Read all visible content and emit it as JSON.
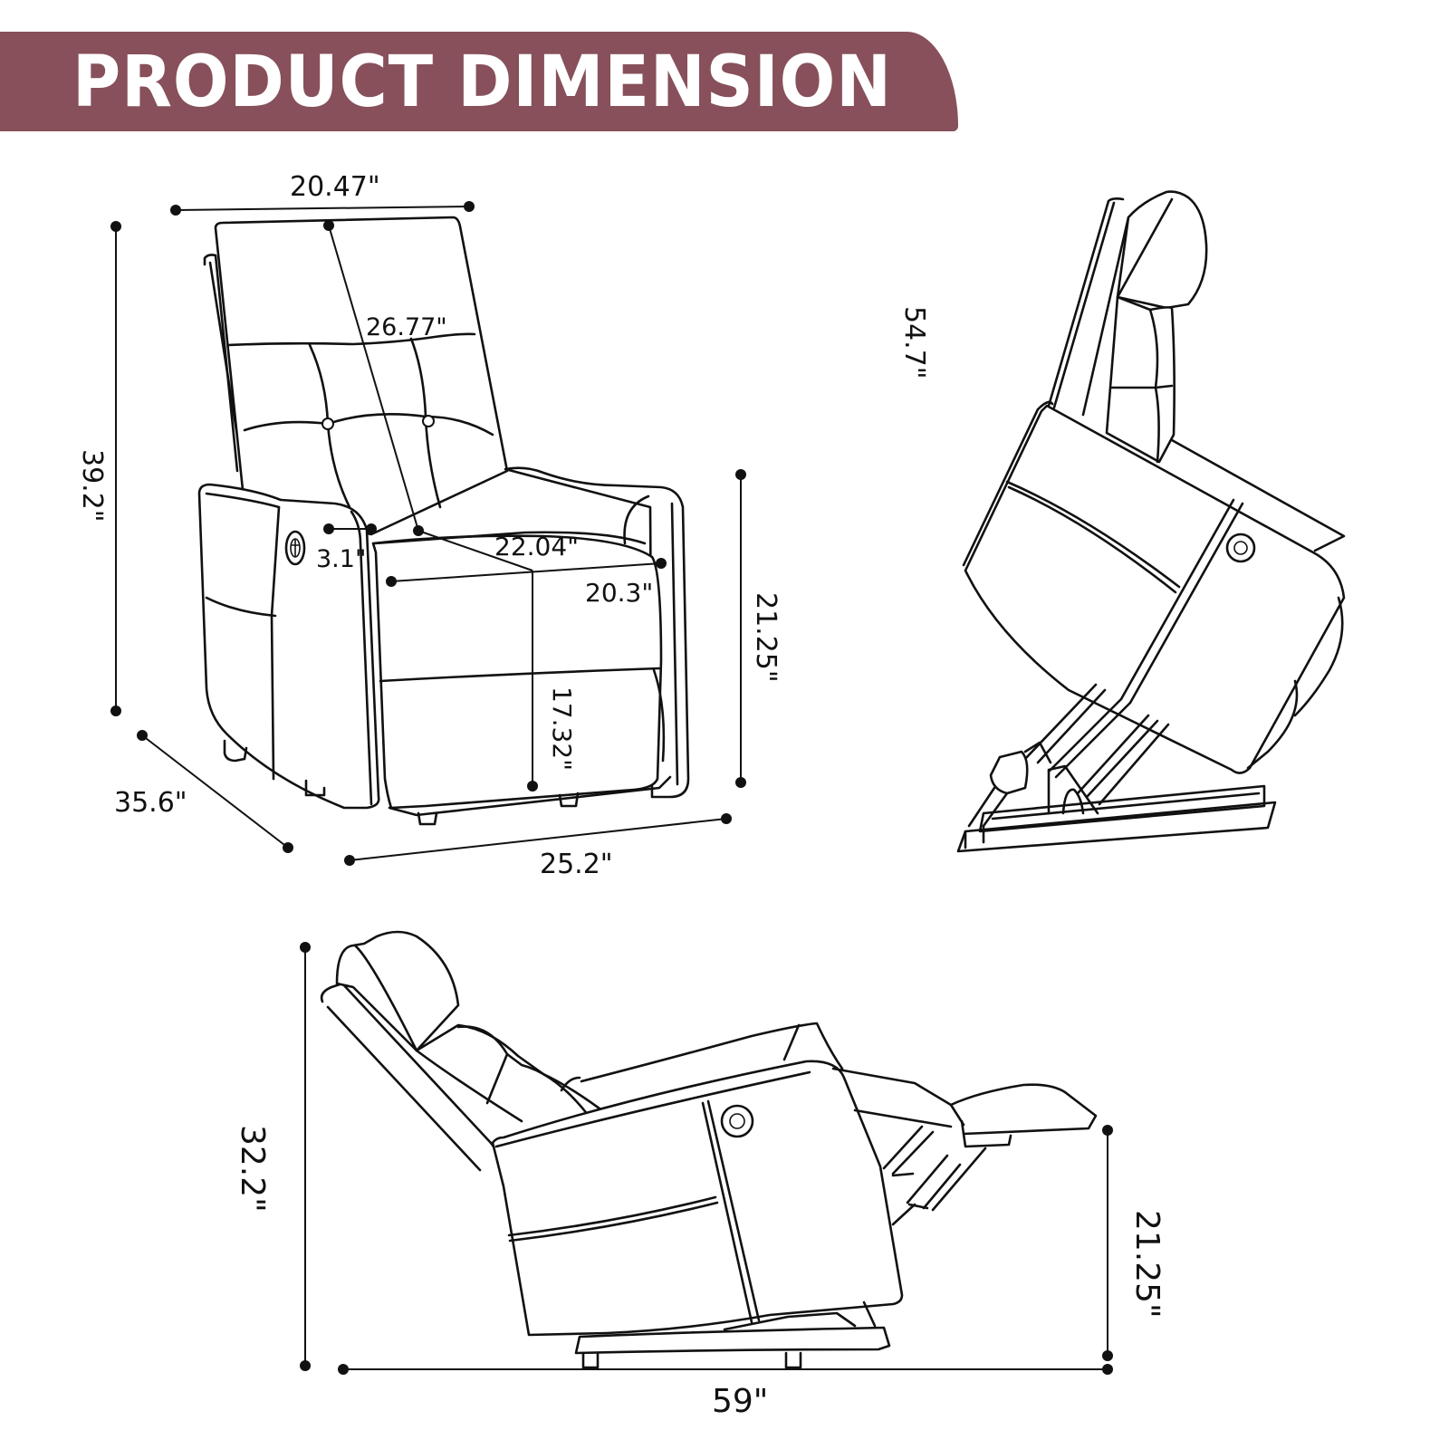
{
  "banner": {
    "title": "PRODUCT DIMENSION",
    "color": "#87505a"
  },
  "front_view": {
    "backrest_width": "20.47\"",
    "backrest_height": "26.77\"",
    "overall_height": "39.2\"",
    "armrest_width": "3.1\"",
    "seat_depth": "22.04\"",
    "seat_width": "20.3\"",
    "seat_height": "21.25\"",
    "seat_to_floor": "17.32\"",
    "overall_depth": "35.6\"",
    "overall_width": "25.2\""
  },
  "lift_view": {
    "lift_height": "54.7\""
  },
  "recline_view": {
    "reclined_height": "32.2\"",
    "footrest_height": "21.25\"",
    "reclined_length": "59\""
  }
}
